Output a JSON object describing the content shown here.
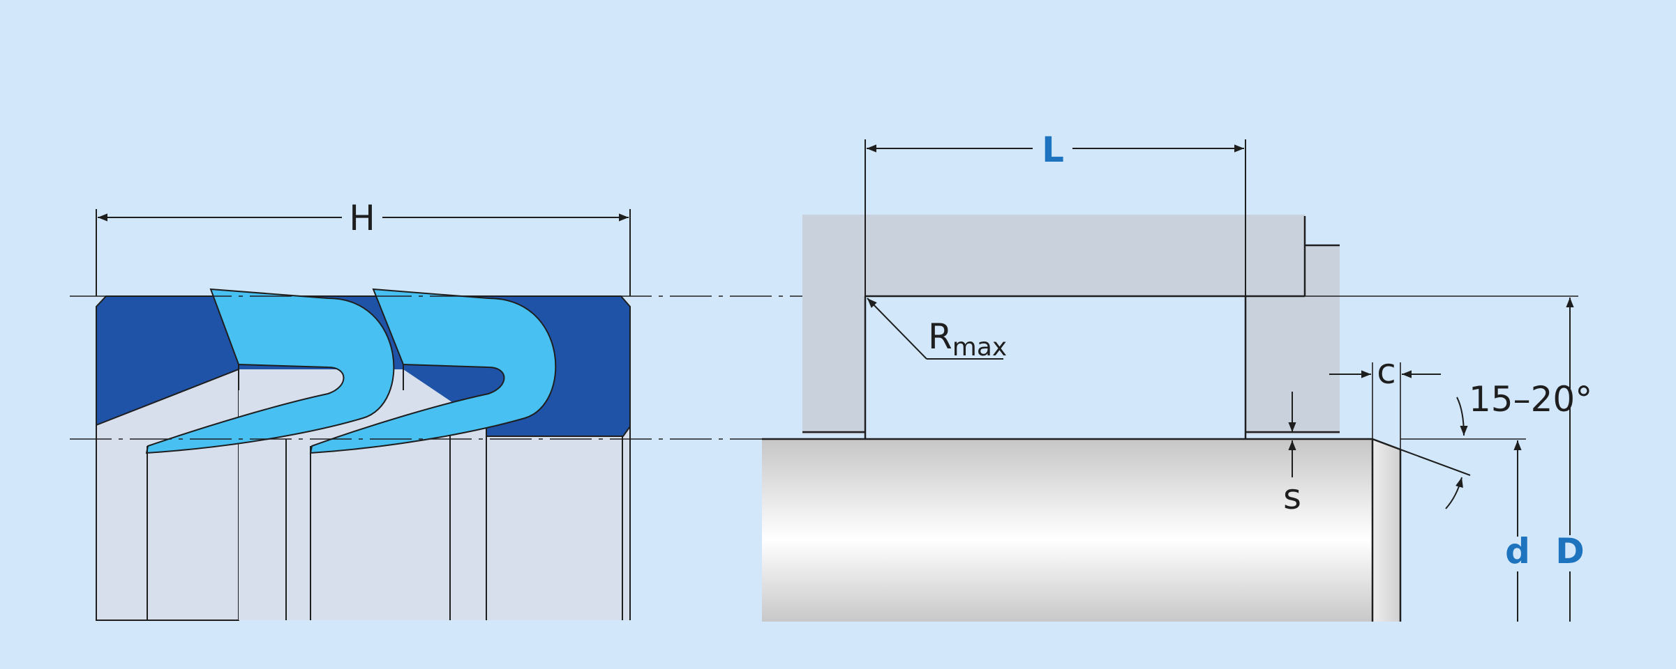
{
  "labels": {
    "H": "H",
    "L": "L",
    "R": "R",
    "R_sub": "max",
    "c": "c",
    "angle": "15–20°",
    "s": "s",
    "d": "d",
    "D": "D"
  },
  "colors": {
    "background": "#d2e7f9",
    "seal_outer": "#1f53a8",
    "seal_lip": "#48c0f2",
    "housing": "#c9d2dc",
    "cutaway": "#d7dfec",
    "line": "#1e1e1e",
    "dimension_blue": "#1e73be"
  }
}
